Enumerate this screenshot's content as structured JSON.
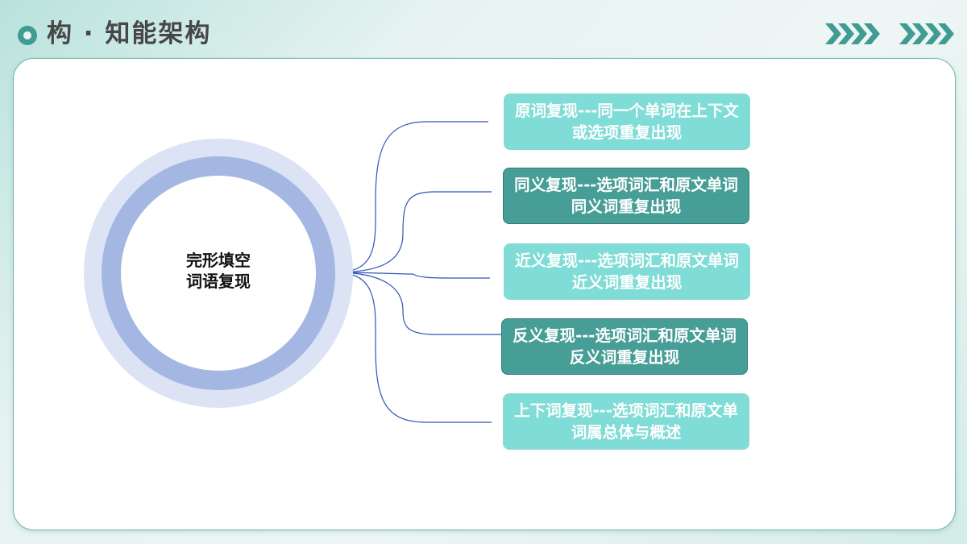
{
  "header": {
    "title": "构 · 知能架构",
    "dot_icon": "circle-dot-icon",
    "chevron_icon": "double-chevron-right-icon",
    "accent_color": "#3f9b93"
  },
  "diagram": {
    "center": {
      "line1": "完形填空",
      "line2": "词语复现"
    },
    "colors": {
      "light_node": "#7fdcd6",
      "dark_node": "#479e96",
      "connector": "#2f55b8",
      "ring": "#a4b6e2"
    },
    "nodes": [
      {
        "text": "原词复现---同一个单词在上下文或选项重复出现",
        "style": "light"
      },
      {
        "text": "同义复现---选项词汇和原文单词同义词重复出现",
        "style": "dark"
      },
      {
        "text": "近义复现---选项词汇和原文单词近义词重复出现",
        "style": "light"
      },
      {
        "text": "反义复现---选项词汇和原文单词反义词重复出现",
        "style": "dark"
      },
      {
        "text": "上下词复现---选项词汇和原文单词属总体与概述",
        "style": "light"
      }
    ]
  }
}
